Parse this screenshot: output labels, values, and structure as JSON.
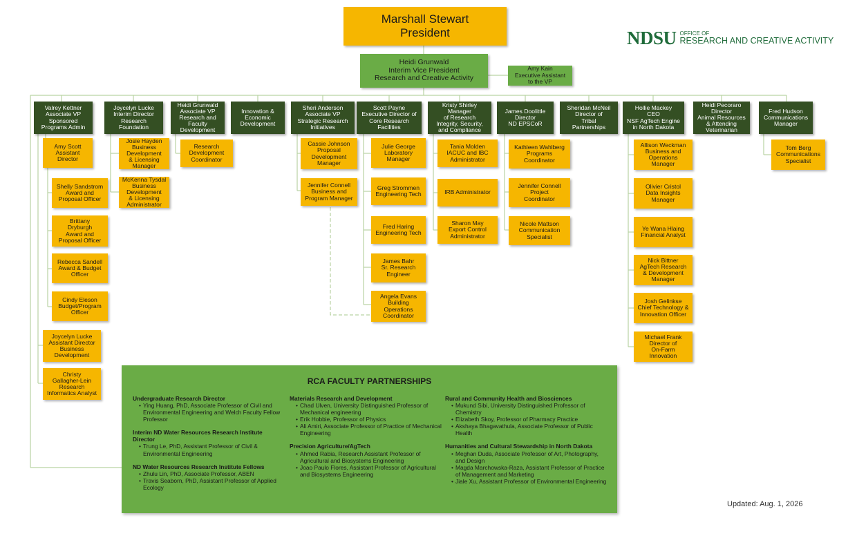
{
  "president": "Marshall Stewart\nPresident",
  "vp": "Heidi Grunwald\nInterim Vice President\nResearch and Creative Activity",
  "exec_assistant": "Amy Kain\nExecutive Assistant\nto the VP",
  "logo": {
    "main": "NDSU",
    "line1": "OFFICE OF",
    "line2": "RESEARCH AND CREATIVE ACTIVITY"
  },
  "units": [
    "Valrey Kettner\nAssociate VP\nSponsored\nPrograms Admin",
    "Joycelyn Lucke\nInterim Director\nResearch\nFoundation",
    "Heidi Grunwald\nAssociate VP\nResearch and\nFaculty\nDevelopment",
    "Innovation &\nEconomic\nDevelopment",
    "Sheri Anderson\nAssociate VP\nStrategic Research\nInitiatives",
    "Scott Payne\nExecutive Director of\nCore Research\nFacilities",
    "Kristy Shirley\nManager\nof Research\nIntegrity, Security,\nand Compliance",
    "James Doolittle\nDirector\nND EPSCoR",
    "Sheridan McNeil\nDirector of\nTribal\nPartnerships",
    "Hollie Mackey\nCEO\nNSF AgTech Engine\nin North Dakota",
    "Heidi Pecoraro\nDirector\nAnimal Resources\n& Attending\nVeterinarian",
    "Fred Hudson\nCommunications\nManager"
  ],
  "staff": {
    "sponsored": [
      "Amy Scott\nAssistant\nDirector",
      "Shelly Sandstrom\nAward and\nProposal Officer",
      "Brittany\nDryburgh\nAward and\nProposal Officer",
      "Rebecca Sandell\nAward & Budget\nOfficer",
      "Cindy Eleson\nBudget/Program\nOfficer",
      "Joycelyn Lucke\nAssistant Director\nBusiness\nDevelopment",
      "Christy\nGallagher-Lein\nResearch\nInformatics Analyst"
    ],
    "foundation": [
      "Josie Hayden\nBusiness\nDevelopment\n& Licensing\nManager",
      "McKenna Tysdal\nBusiness\nDevelopment\n& Licensing\nAdministrator"
    ],
    "faculty_dev": [
      "Research\nDevelopment\nCoordinator"
    ],
    "strategic": [
      "Cassie Johnson\nProposal\nDevelopment\nManager",
      "Jennifer Connell\nBusiness and\nProgram Manager"
    ],
    "core": [
      "Julie George\nLaboratory\nManager",
      "Greg Strommen\nEngineering Tech",
      "Fred Haring\nEngineering Tech",
      "James Bahr\nSr. Research\nEngineer",
      "Angela Evans\nBuilding\nOperations\nCoordinator"
    ],
    "compliance": [
      "Tania Molden\nIACUC and IBC\nAdministrator",
      "IRB Administrator",
      "Sharon May\nExport Control\nAdministrator"
    ],
    "epscor": [
      "Kathleen Wahlberg\nPrograms\nCoordinator",
      "Jennifer Connell\nProject\nCoordinator",
      "Nicole Mattson\nCommunication\nSpecialist"
    ],
    "agtech": [
      "Allison Weckman\nBusiness and\nOperations\nManager",
      "Olivier Cristol\nData Insights\nManager",
      "Ye Wana Hlaing\nFinancial Analyst",
      "Nick Bittner\nAgTech Research\n& Development\nManager",
      "Josh Gelinkse\nChief Technology &\nInnovation Officer",
      "Michael Frank\nDirector of\nOn-Farm\nInnovation"
    ],
    "comms": [
      "Tom Berg\nCommunications\nSpecialist"
    ]
  },
  "partnerships": {
    "title": "RCA FACULTY PARTNERSHIPS",
    "columns": [
      [
        {
          "heading": "Undergraduate Research Director",
          "items": [
            "Ying Huang, PhD, Associate Professor of Civil and Environmental Engineering and Welch Faculty Fellow Professor"
          ]
        },
        {
          "heading": "Interim ND Water Resources Research Institute Director",
          "items": [
            "Trung Le, PhD, Assistant Professor of Civil & Environmental Engineering"
          ]
        },
        {
          "heading": "ND Water Resources Research Institute Fellows",
          "items": [
            "Zhulu Lin, PhD, Associate Professor, ABEN",
            "Travis Seaborn, PhD, Assistant Professor of Applied Ecology"
          ]
        }
      ],
      [
        {
          "heading": "Materials Research and Development",
          "items": [
            "Chad Ulven, University Distinguished Professor of Mechanical engineering",
            "Erik Hobbie, Professor of Physics",
            "Ali Amiri, Associate Professor of Practice of Mechanical Engineering"
          ]
        },
        {
          "heading": "Precision Agriculture/AgTech",
          "items": [
            "Ahmed Rabia, Research Assistant Professor of Agricultural and Biosystems Engineering",
            "Joao Paulo Flores, Assistant Professor of Agricultural and Biosystems Engineering"
          ]
        }
      ],
      [
        {
          "heading": "Rural and Community Health and Biosciences",
          "items": [
            "Mukund Sibi, University Distinguished Professor of Chemistry",
            "Elizabeth Skoy, Professor of Pharmacy Practice",
            "Akshaya Bhagavathula, Associate Professor of Public Health"
          ]
        },
        {
          "heading": "Humanities and Cultural Stewardship in North Dakota",
          "items": [
            "Meghan Duda, Associate Professor of Art, Photography, and Design",
            "Magda Marchowska-Raza, Assistant Professor of Practice of Management and Marketing",
            "Jiale Xu, Assistant Professor of Environmental Engineering"
          ]
        }
      ]
    ]
  },
  "updated": "Updated: Aug. 1, 2026"
}
